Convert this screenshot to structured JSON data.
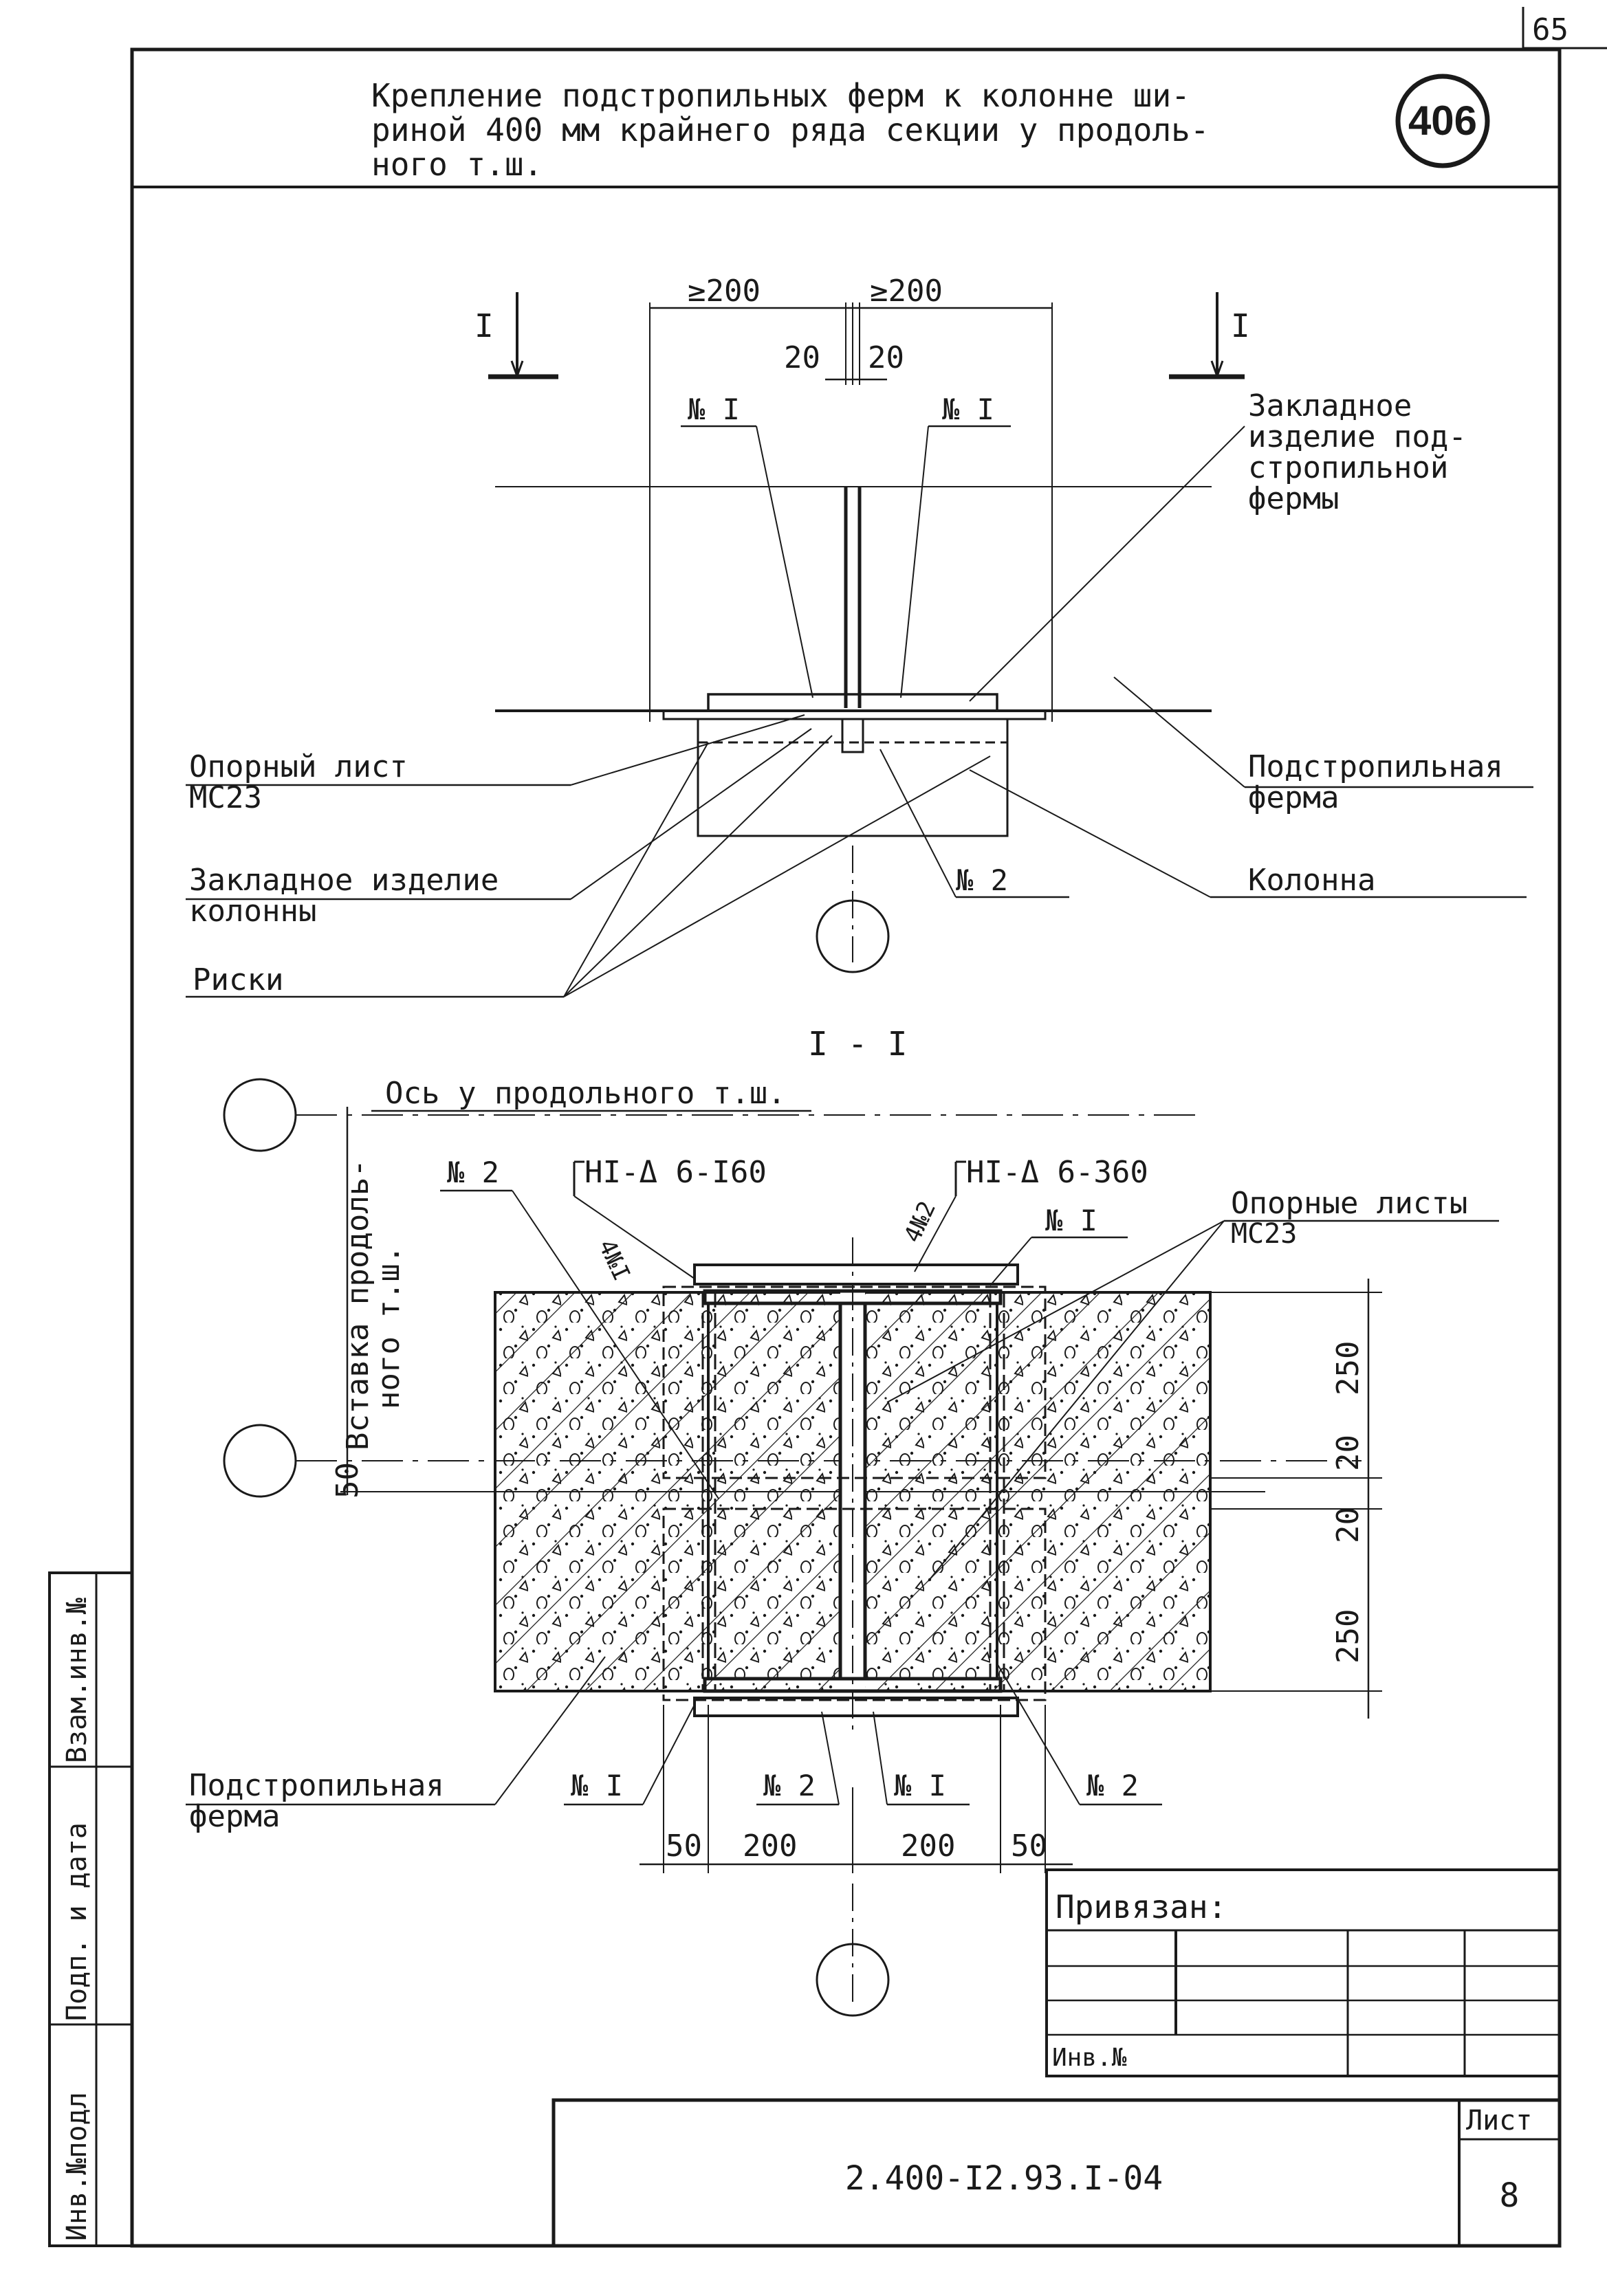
{
  "sheet": {
    "page_number": "65",
    "title_lines": [
      "Крепление подстропильных ферм к колонне ши-",
      "риной 400 мм крайнего ряда секции у продоль-",
      "ного т.ш."
    ],
    "badge": "406",
    "doc_code": "2.400-I2.93.I-04",
    "sheet_label": "Лист",
    "sheet_number": "8",
    "bound_label": "Привязан:",
    "inv_label": "Инв.№",
    "side_stamp": {
      "col1": "Инв.№подл",
      "col2": "Подп. и дата",
      "col3": "Взам.инв.№"
    }
  },
  "plan": {
    "section_mark_left": "I",
    "section_mark_right": "I",
    "dim_left": "≥200",
    "dim_right": "≥200",
    "gap_left": "20",
    "gap_right": "20",
    "part_left": "№ I",
    "part_right": "№ I",
    "label_embedded_truss": [
      "Закладное",
      "изделие под-",
      "стропильной",
      "фермы"
    ],
    "label_support_sheet": [
      "Опорный лист",
      "МС23"
    ],
    "label_truss": [
      "Подстропильная",
      "ферма"
    ],
    "label_embedded_column": [
      "Закладное изделие",
      "колонны"
    ],
    "label_column": "Колонна",
    "label_marks": "Риски",
    "part_2": "№ 2"
  },
  "section": {
    "title": "I - I",
    "axis_label": "Ось у продольного т.ш.",
    "insert_label": [
      "Вставка продоль-",
      "ного т.ш."
    ],
    "dim_50_left": "50",
    "weld_1": "HI-Δ 6-I60",
    "weld_2": "HI-Δ 6-360",
    "weld_1_qty": "4№I",
    "weld_2_qty": "4№2",
    "part_2_top": "№ 2",
    "part_1_top": "№ I",
    "support_sheets": [
      "Опорные листы",
      "МС23"
    ],
    "dims_right": [
      "250",
      "20",
      "20",
      "250"
    ],
    "truss_label": [
      "Подстропильная",
      "ферма"
    ],
    "bottom_parts": [
      "№ I",
      "№ 2",
      "№ I",
      "№ 2"
    ],
    "dims_bottom": [
      "50",
      "200",
      "200",
      "50"
    ]
  }
}
